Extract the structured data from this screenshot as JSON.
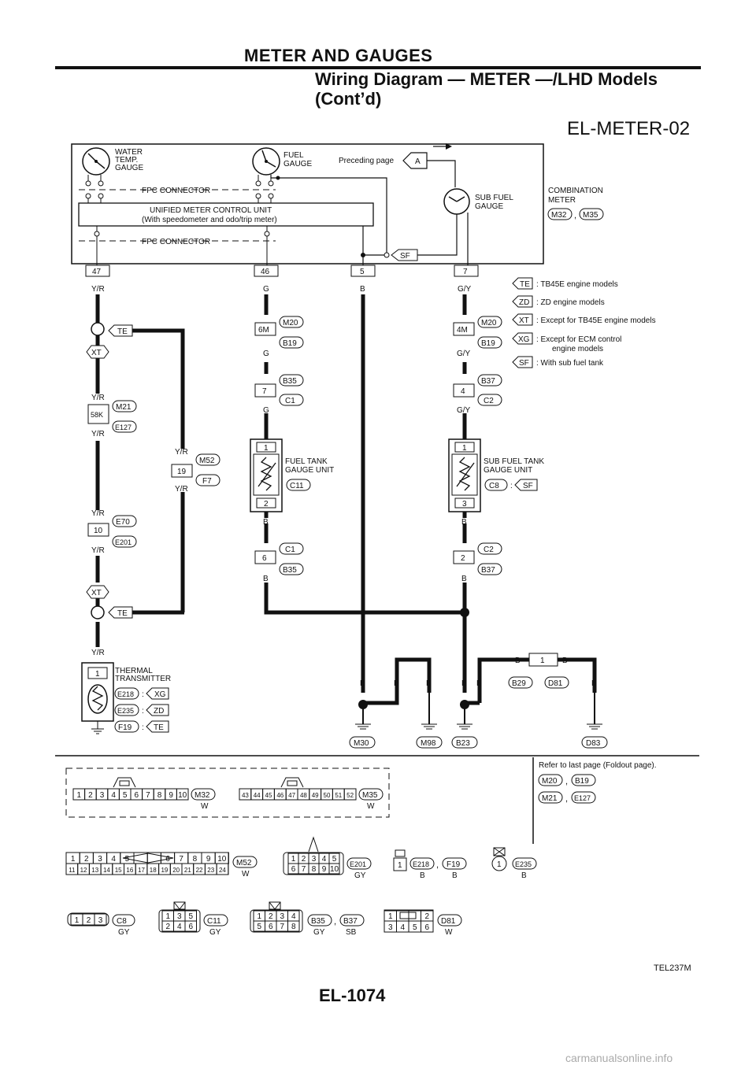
{
  "header": {
    "section": "METER AND GAUGES",
    "title_line1": "Wiring Diagram — METER —/LHD Models",
    "title_line2": "(Cont’d)"
  },
  "diagram_id": "EL-METER-02",
  "meter": {
    "water_temp": [
      "WATER",
      "TEMP.",
      "GAUGE"
    ],
    "fuel_gauge": [
      "FUEL",
      "GAUGE"
    ],
    "preceding_page": "Preceding page",
    "ref_a": "A",
    "sub_fuel_gauge": [
      "SUB FUEL",
      "GAUGE"
    ],
    "fpc_connector": "FPC CONNECTOR",
    "control_unit": "UNIFIED METER CONTROL UNIT",
    "control_unit_sub": "(With speedometer and odo/trip meter)",
    "combination": [
      "COMBINATION",
      "METER"
    ],
    "conn1": "M32",
    "conn2": "M35",
    "comma": ",",
    "sf": "SF"
  },
  "terminals": {
    "t47": "47",
    "t46": "46",
    "t5": "5",
    "t7": "7"
  },
  "wires": {
    "yr": "Y/R",
    "g": "G",
    "b": "B",
    "gy": "G/Y"
  },
  "legend": [
    {
      "code": "TE",
      "text": ": TB45E engine models"
    },
    {
      "code": "ZD",
      "text": ": ZD engine models"
    },
    {
      "code": "XT",
      "text": ": Except for TB45E engine models"
    },
    {
      "code": "XG",
      "text": ": Except  for ECM control"
    },
    {
      "code": "",
      "text": "engine models"
    },
    {
      "code": "SF",
      "text": ": With sub fuel tank"
    }
  ],
  "codes": {
    "te": "TE",
    "xt": "XT",
    "xg": "XG",
    "zd": "ZD"
  },
  "left_col": {
    "p58k": "58K",
    "m21": "M21",
    "e127": "E127",
    "p10": "10",
    "e70": "E70",
    "e201": "E201",
    "p19": "19",
    "m52": "M52",
    "f7": "F7",
    "thermal": [
      "THERMAL",
      "TRANSMITTER"
    ],
    "t1": "1",
    "e218": "E218",
    "e235": "E235",
    "f19": "F19",
    "colon": ":"
  },
  "fuel_col": {
    "p6m": "6M",
    "m20": "M20",
    "b19": "B19",
    "p7": "7",
    "b35": "B35",
    "c1": "C1",
    "unit": [
      "FUEL TANK",
      "GAUGE UNIT"
    ],
    "c11": "C11",
    "p1": "1",
    "p2": "2",
    "p6": "6"
  },
  "sub_col": {
    "p4m": "4M",
    "m20": "M20",
    "b19": "B19",
    "p4": "4",
    "b37": "B37",
    "c2": "C2",
    "unit": [
      "SUB FUEL TANK",
      "GAUGE UNIT"
    ],
    "c8": "C8",
    "sf": "SF",
    "p1": "1",
    "p3": "3",
    "p2": "2"
  },
  "grounds": {
    "m30": "M30",
    "m98": "M98",
    "b23": "B23",
    "d83": "D83",
    "b29": "B29",
    "d81": "D81",
    "one": "1"
  },
  "connectors": {
    "refer": "Refer to last page (Foldout page).",
    "m20": "M20",
    "b19": "B19",
    "m21": "M21",
    "e127": "E127",
    "comma": ",",
    "m32_pins": [
      "1",
      "2",
      "3",
      "4",
      "5",
      "6",
      "7",
      "8",
      "9",
      "10"
    ],
    "m32": "M32",
    "w": "W",
    "m35_pins": [
      "43",
      "44",
      "45",
      "46",
      "47",
      "48",
      "49",
      "50",
      "51",
      "52"
    ],
    "m35": "M35",
    "m52_top": [
      "1",
      "2",
      "3",
      "4",
      "5",
      "",
      "",
      "6",
      "7",
      "8",
      "9",
      "10"
    ],
    "m52_bot": [
      "11",
      "12",
      "13",
      "14",
      "15",
      "16",
      "17",
      "18",
      "19",
      "20",
      "21",
      "22",
      "23",
      "24"
    ],
    "m52": "M52",
    "e201_top": [
      "1",
      "2",
      "3",
      "4",
      "5"
    ],
    "e201_bot": [
      "6",
      "7",
      "8",
      "9",
      "10"
    ],
    "e201": "E201",
    "gy": "GY",
    "one": "1",
    "e218": "E218",
    "f19": "F19",
    "b": "B",
    "e235": "E235",
    "c8_pins": [
      "1",
      "2",
      "3"
    ],
    "c8": "C8",
    "c11_top": [
      "1",
      "3",
      "5"
    ],
    "c11_bot": [
      "2",
      "4",
      "6"
    ],
    "c11": "C11",
    "b35_top": [
      "1",
      "2",
      "3",
      "4"
    ],
    "b35_bot": [
      "5",
      "6",
      "7",
      "8"
    ],
    "b35": "B35",
    "b37": "B37",
    "sb": "SB",
    "d81_top": [
      "1",
      "2"
    ],
    "d81_bot": [
      "3",
      "4",
      "5",
      "6"
    ],
    "d81": "D81"
  },
  "figure_code": "TEL237M",
  "page_number": "EL-1074",
  "watermark": "carmanualsonline.info"
}
